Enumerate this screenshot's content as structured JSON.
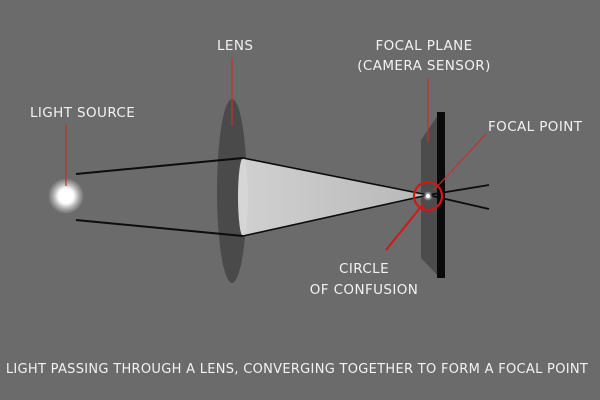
{
  "labels": {
    "light_source": "LIGHT SOURCE",
    "lens": "LENS",
    "focal_plane_line1": "FOCAL PLANE",
    "focal_plane_line2": "(CAMERA SENSOR)",
    "focal_point": "FOCAL POINT",
    "circle_line1": "CIRCLE",
    "circle_line2": "OF CONFUSION"
  },
  "caption": "LIGHT PASSING THROUGH A LENS, CONVERGING TOGETHER TO FORM A FOCAL POINT",
  "colors": {
    "background": "#6b6b6b",
    "text": "#f2f2f2",
    "lens": "#4a4a4a",
    "light_cone": "#c8c8c8",
    "sensor": "#4c4c4c",
    "sensor_edge": "#0a0a0a",
    "ray": "#0c0c0c",
    "leader": "#c43030",
    "focus_circle": "#d01818"
  }
}
